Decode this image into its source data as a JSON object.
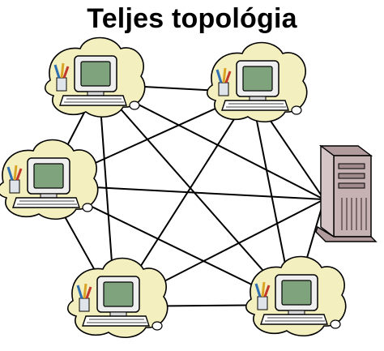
{
  "title": "Teljes topológia",
  "diagram": {
    "type": "full-mesh-network",
    "nodes": [
      {
        "id": "pc-top-left",
        "kind": "workstation"
      },
      {
        "id": "pc-top-right",
        "kind": "workstation"
      },
      {
        "id": "pc-left",
        "kind": "workstation"
      },
      {
        "id": "server-right",
        "kind": "server"
      },
      {
        "id": "pc-bottom-left",
        "kind": "workstation"
      },
      {
        "id": "pc-bottom-right",
        "kind": "workstation"
      }
    ],
    "links": "every-node-to-every-node",
    "colors": {
      "cloud": "#f3efbe",
      "monitor_body": "#efefef",
      "screen": "#7fa37d",
      "server_body": "#c6b1b3",
      "line": "#000000"
    }
  }
}
